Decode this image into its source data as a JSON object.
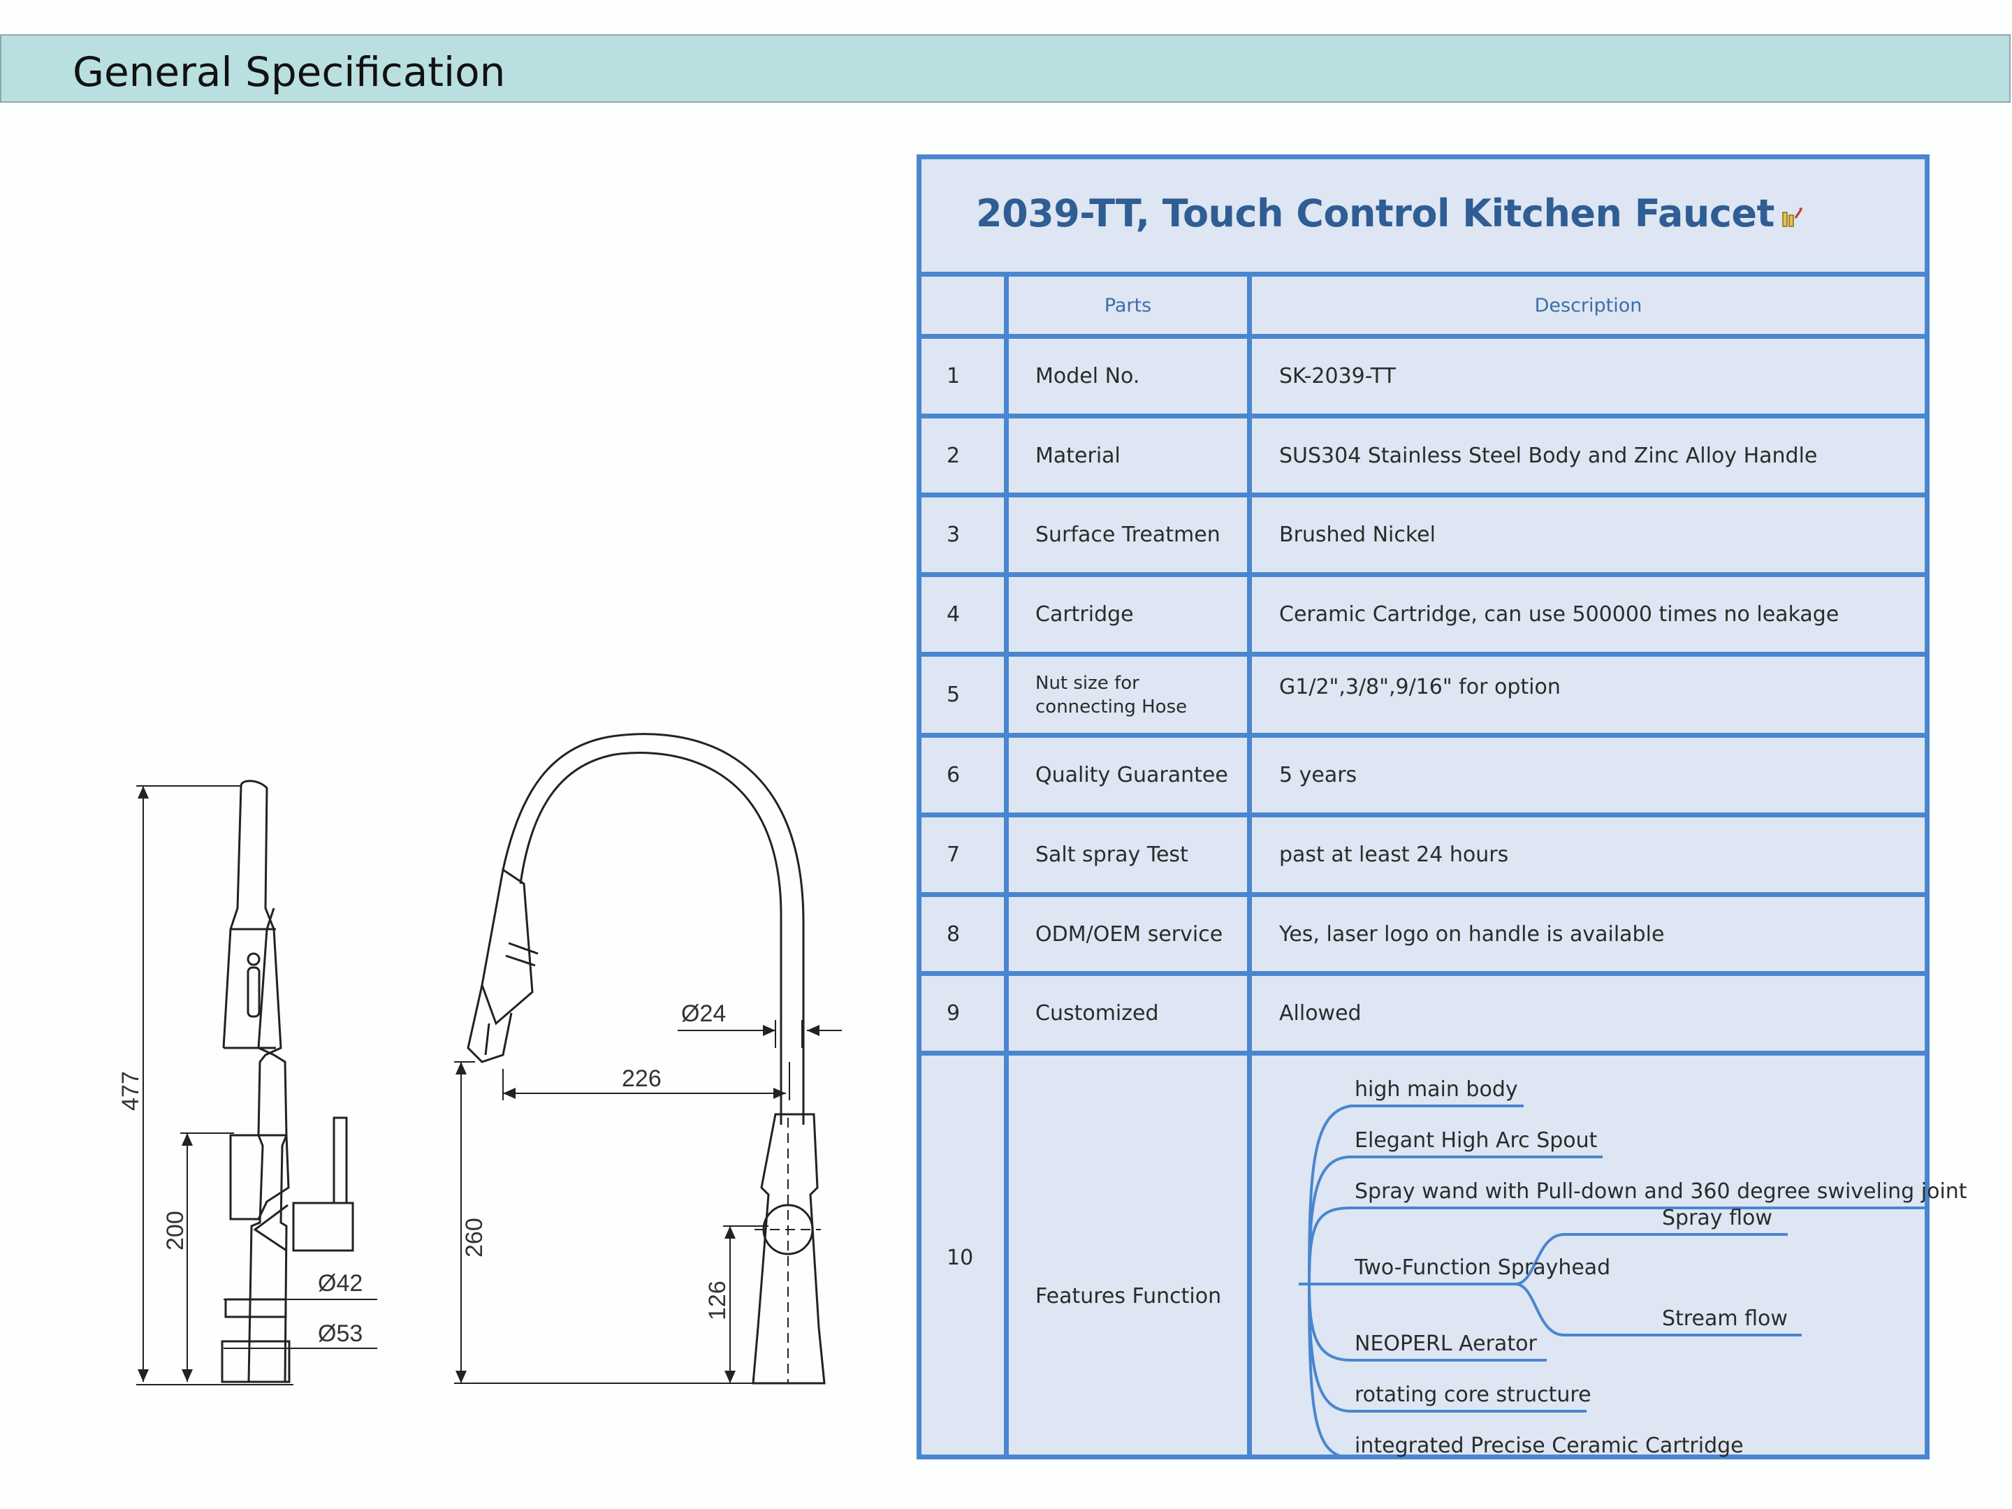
{
  "header": {
    "title": "General Specification"
  },
  "drawing": {
    "dimensions": {
      "height_total": "477",
      "height_body": "200",
      "dia_42": "Ø42",
      "dia_53": "Ø53",
      "dia_24": "Ø24",
      "reach": "226",
      "spout_height": "260",
      "handle_height": "126"
    }
  },
  "spec_table": {
    "title": "2039-TT, Touch Control Kitchen Faucet",
    "headers": {
      "parts": "Parts",
      "description": "Description"
    },
    "rows": [
      {
        "num": "1",
        "part": "Model No.",
        "desc": "SK-2039-TT"
      },
      {
        "num": "2",
        "part": "Material",
        "desc": "SUS304 Stainless Steel Body and Zinc Alloy Handle"
      },
      {
        "num": "3",
        "part": "Surface Treatmen",
        "desc": "Brushed Nickel"
      },
      {
        "num": "4",
        "part": "Cartridge",
        "desc": "Ceramic Cartridge, can use 500000 times no leakage"
      },
      {
        "num": "5",
        "part_line1": "Nut size for",
        "part_line2": "connecting Hose",
        "desc": "G1/2\",3/8\",9/16\" for option"
      },
      {
        "num": "6",
        "part": "Quality Guarantee",
        "desc": "5 years"
      },
      {
        "num": "7",
        "part": "Salt spray Test",
        "desc": "past at least 24 hours"
      },
      {
        "num": "8",
        "part": "ODM/OEM service",
        "desc": "Yes, laser logo on handle is available"
      },
      {
        "num": "9",
        "part": "Customized",
        "desc": "Allowed"
      },
      {
        "num": "10",
        "part": "Features Function"
      }
    ],
    "features": [
      "high main body",
      "Elegant High Arc Spout",
      "Spray wand with Pull-down and 360 degree swiveling joint",
      "Two-Function Sprayhead",
      "NEOPERL Aerator",
      "rotating core structure",
      "integrated Precise Ceramic Cartridge"
    ],
    "sprayhead_sub": [
      "Spray flow",
      "Stream flow"
    ]
  },
  "colors": {
    "header_bg": "#b9dfe1",
    "table_bg": "#dde6f2",
    "table_border": "#4a86cf",
    "title_text": "#2f5d94",
    "header_text": "#3d6ea8"
  }
}
